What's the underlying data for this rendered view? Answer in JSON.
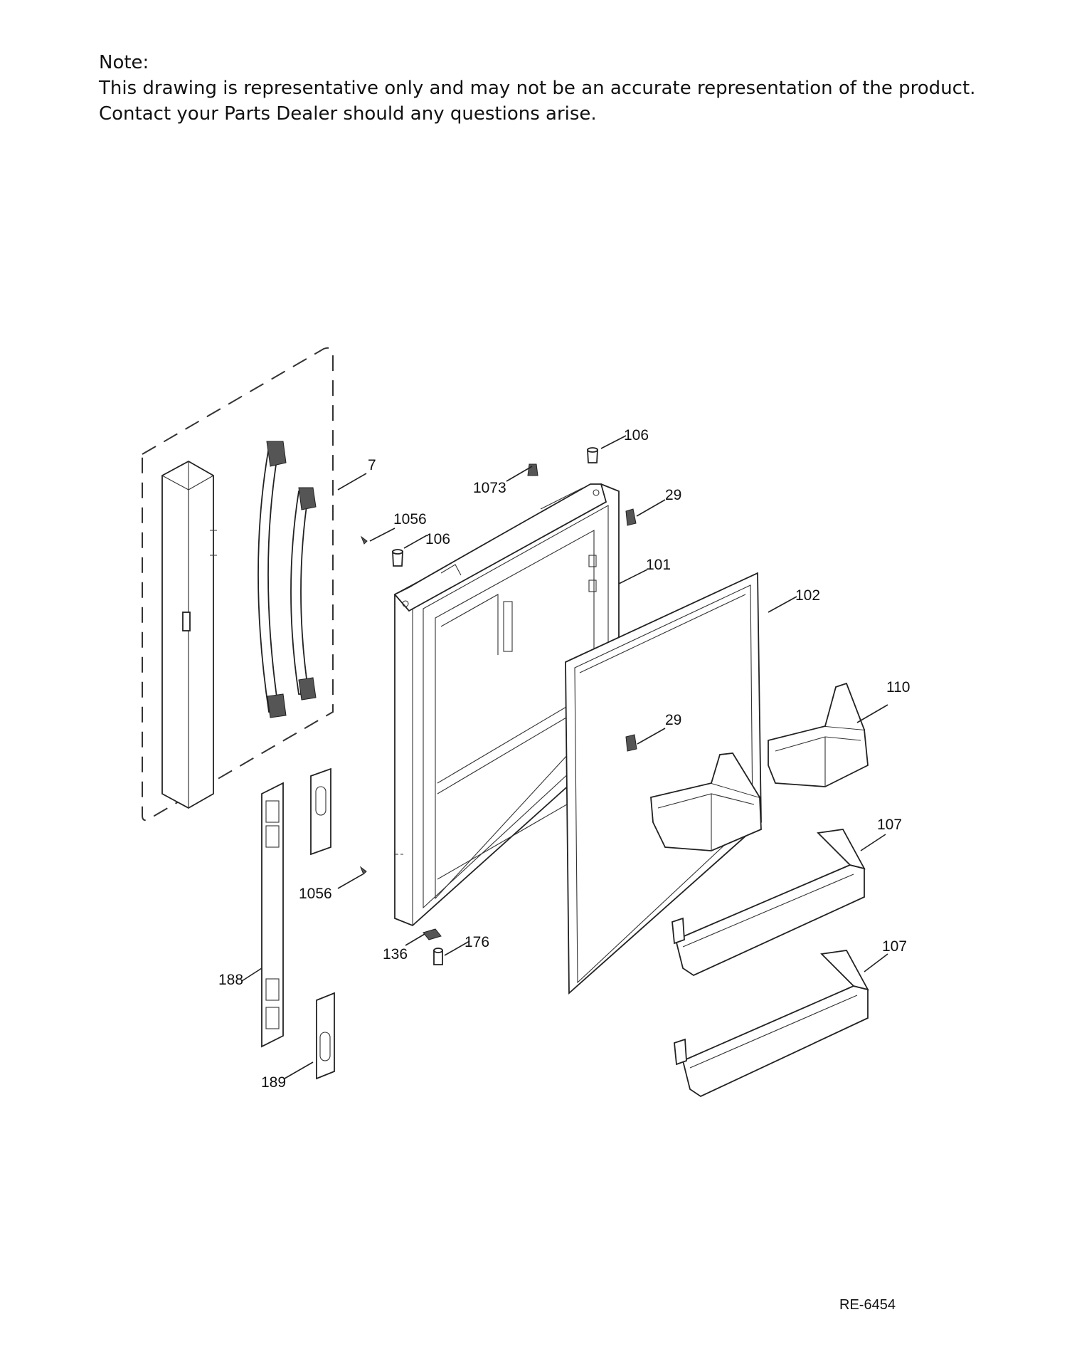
{
  "note": {
    "title": "Note:",
    "line1": "This drawing is representative only and may not be an accurate representation of the product.",
    "line2": "Contact your Parts Dealer should any questions arise."
  },
  "callouts": {
    "c7": "7",
    "c1056a": "1056",
    "c106a": "106",
    "c1073": "1073",
    "c106b": "106",
    "c29a": "29",
    "c101": "101",
    "c102": "102",
    "c110": "110",
    "c29b": "29",
    "c107a": "107",
    "c1056b": "1056",
    "c176": "176",
    "c136": "136",
    "c188": "188",
    "c107b": "107",
    "c189": "189"
  },
  "reference_code": "RE-6454"
}
